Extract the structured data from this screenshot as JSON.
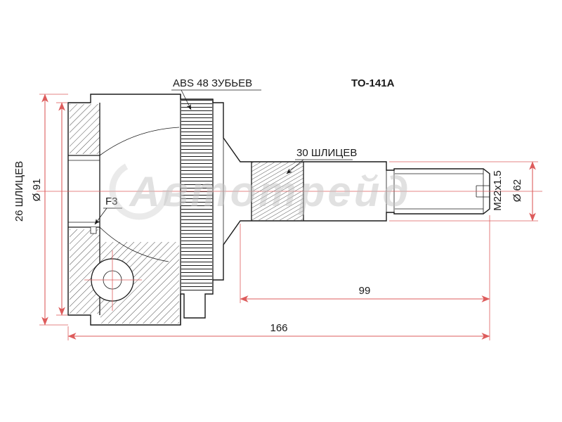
{
  "drawing": {
    "part_number": "TO-141A",
    "callouts": {
      "abs_ring": "ABS 48 ЗУБЬЕВ",
      "shaft_splines": "30 ШЛИЦЕВ",
      "circlip": "F3"
    },
    "dimensions": {
      "inner_splines": "26 ШЛИЦЕВ",
      "outer_diameter": "Ø 91",
      "thread": "M22x1.5",
      "shaft_diameter": "Ø 62",
      "spline_shaft_length": "99",
      "overall_length": "166"
    },
    "watermark": "Автотрейд"
  },
  "colors": {
    "background": "#ffffff",
    "line": "#1a1a1a",
    "dimension": "#dd5c5c",
    "watermark": "#c4c4c4"
  }
}
